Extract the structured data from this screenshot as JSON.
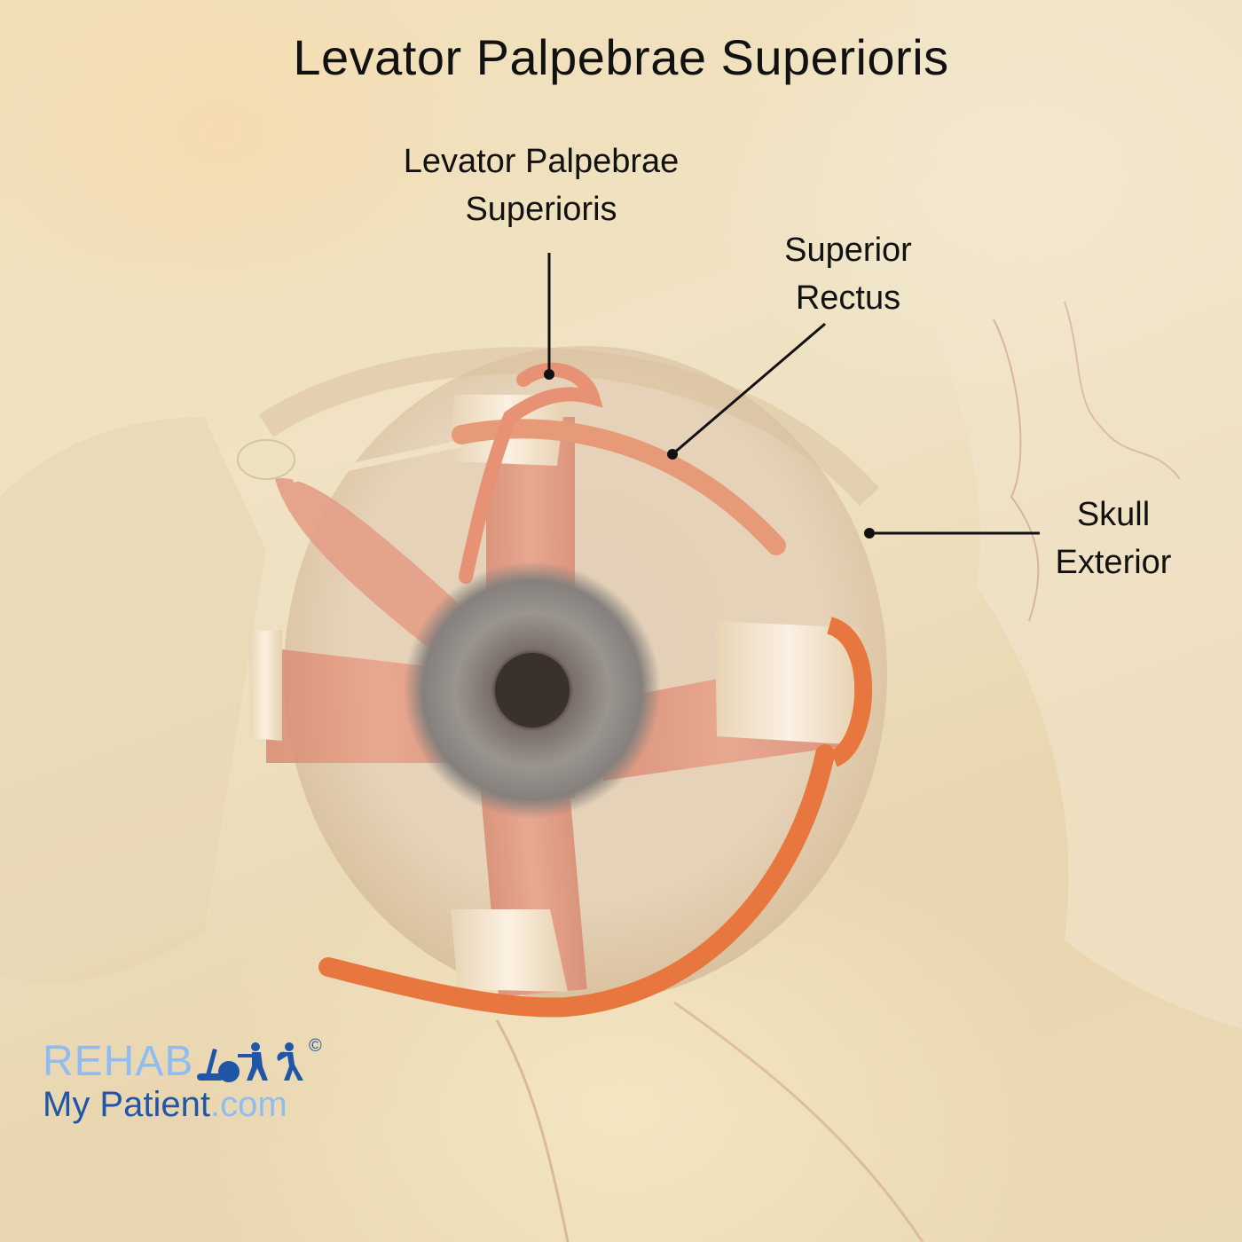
{
  "title": "Levator Palpebrae Superioris",
  "labels": {
    "levator": {
      "line1": "Levator Palpebrae",
      "line2": "Superioris"
    },
    "superior_rectus": {
      "line1": "Superior",
      "line2": "Rectus"
    },
    "skull": {
      "line1": "Skull",
      "line2": "Exterior"
    }
  },
  "logo": {
    "rehab": "REHAB",
    "my_patient": "My Patient",
    "dot_com": ".com",
    "copyright": "©"
  },
  "colors": {
    "bone": "#efe0bf",
    "muscle": "#e08a6a",
    "muscle_bright": "#e86a3a",
    "tendon": "#f3e3cc",
    "iris": "#8a8580",
    "pupil": "#3a302c",
    "logo_light": "#8fbcf2",
    "logo_dark": "#2056a8"
  }
}
